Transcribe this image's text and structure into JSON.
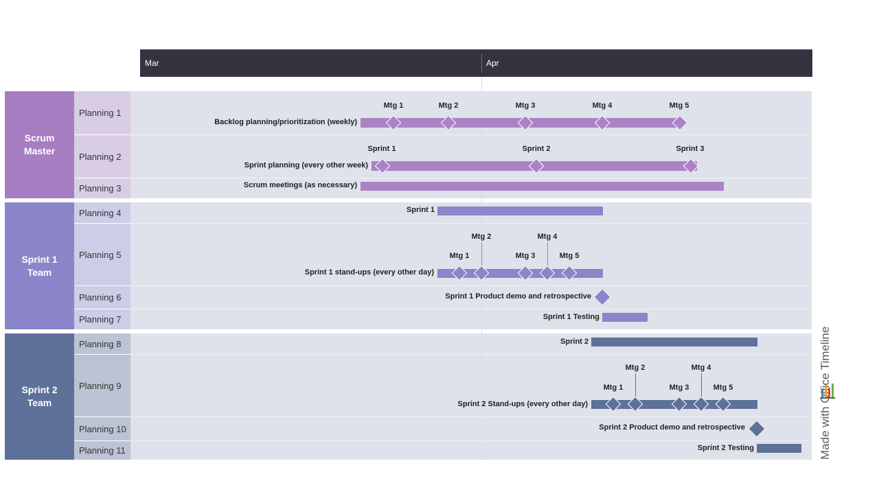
{
  "header": {
    "months": [
      "Mar",
      "Apr"
    ]
  },
  "groups": [
    {
      "label": "Scrum\nMaster",
      "color": "#a77dc2",
      "sub_color": "#d8cde5"
    },
    {
      "label": "Sprint 1\nTeam",
      "color": "#8a86c9",
      "sub_color": "#cccde6"
    },
    {
      "label": "Sprint 2\nTeam",
      "color": "#5d7199",
      "sub_color": "#bcc3d4"
    }
  ],
  "rows": [
    "Planning 1",
    "Planning 2",
    "Planning 3",
    "Planning 4",
    "Planning 5",
    "Planning 6",
    "Planning 7",
    "Planning 8",
    "Planning 9",
    "Planning 10",
    "Planning 11"
  ],
  "tasks": {
    "backlog": "Backlog planning/prioritization (weekly)",
    "sprint_planning": "Sprint planning (every other week)",
    "scrum_meetings": "Scrum meetings (as necessary)",
    "sprint1": "Sprint 1",
    "sprint1_standups": "Sprint 1 stand-ups (every other day)",
    "sprint1_demo": "Sprint 1 Product demo and retrospective",
    "sprint1_testing": "Sprint 1 Testing",
    "sprint2": "Sprint 2",
    "sprint2_standups": "Sprint 2 Stand-ups (every other day)",
    "sprint2_demo": "Sprint 2 Product demo and retrospective",
    "sprint2_testing": "Sprint 2 Testing"
  },
  "milestones": {
    "mtg1": "Mtg 1",
    "mtg2": "Mtg 2",
    "mtg3": "Mtg 3",
    "mtg4": "Mtg 4",
    "mtg5": "Mtg 5",
    "sprint1": "Sprint 1",
    "sprint2": "Sprint 2",
    "sprint3": "Sprint 3"
  },
  "colors": {
    "header": "#363341",
    "scrum": "#ab82c6",
    "sprint1": "#8a86c9",
    "sprint2": "#5d7199",
    "row_bg": "#dfe2ea"
  },
  "watermark": {
    "text": "Made with  Office Timeline",
    "icon": "office-timeline-logo-icon"
  }
}
